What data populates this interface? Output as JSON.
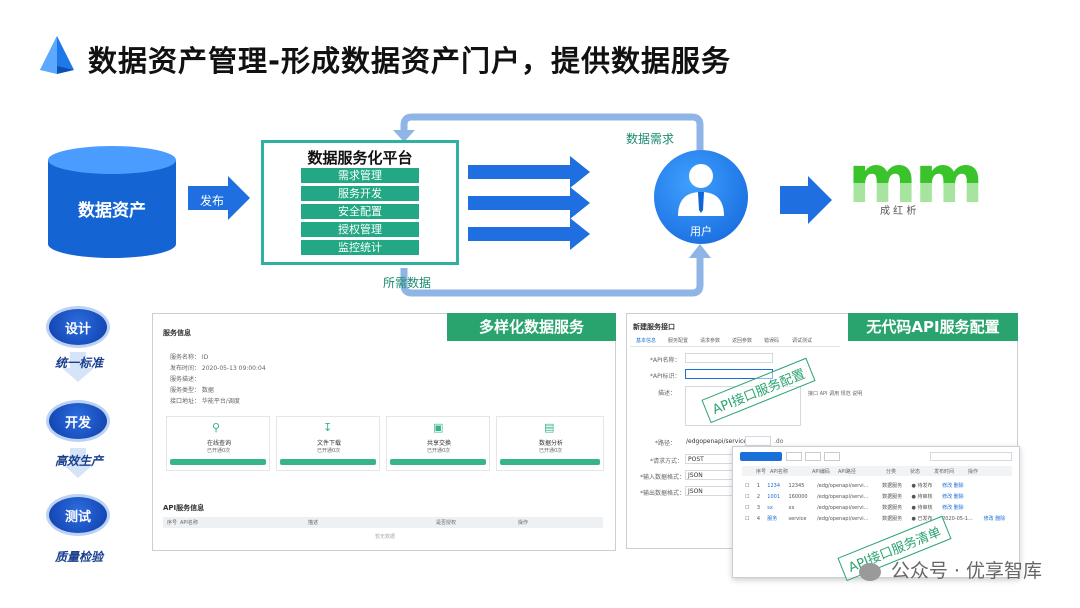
{
  "title": "数据资产管理-形成数据资产门户，提供数据服务",
  "flow": {
    "asset": "数据资产",
    "publish": "发布",
    "platform_title": "数据服务化平台",
    "platform_items": [
      "需求管理",
      "服务开发",
      "安全配置",
      "授权管理",
      "监控统计"
    ],
    "user": "用户",
    "demand": "数据需求",
    "needed_data": "所需数据",
    "mm_glyphs": "mm",
    "mm_caption": "成    红    析"
  },
  "lifecycle": [
    {
      "step": "设计",
      "caption": "统一标准"
    },
    {
      "step": "开发",
      "caption": "高效生产"
    },
    {
      "step": "测试",
      "caption": "质量检验"
    }
  ],
  "left_panel": {
    "tag": "多样化数据服务",
    "header": "服务信息",
    "info_lines": [
      "服务名称：  ID",
      "发布时间：  2020-05-13 09:00:04",
      "服务描述：",
      "服务类型：  数据",
      "接口地址：  华能平台/调度"
    ],
    "cards": [
      {
        "icon": "search-icon",
        "name": "在线查询",
        "sub": "已开通0次",
        "btn": "申请"
      },
      {
        "icon": "download-icon",
        "name": "文件下载",
        "sub": "已开通0次",
        "btn": "申请"
      },
      {
        "icon": "share-icon",
        "name": "共享交换",
        "sub": "已开通0次",
        "btn": "申请"
      },
      {
        "icon": "doc-icon",
        "name": "数据分析",
        "sub": "已开通0次",
        "btn": "申请"
      }
    ],
    "api_header": "API服务信息",
    "api_cols": [
      "序号",
      "API名称",
      "描述",
      "是否授权",
      "操作"
    ],
    "empty": "暂无数据"
  },
  "right_panel": {
    "tag": "无代码API服务配置",
    "header": "新建服务接口",
    "tabs": [
      "基本信息",
      "服务配置",
      "请求参数",
      "返回参数",
      "错误码",
      "调试测试"
    ],
    "labels": [
      "*API名称：",
      "*API标识：",
      "描述：",
      "*路径：",
      "*请求方式：",
      "*输入数据格式：",
      "*输出数据格式："
    ],
    "path_value": "/edgopenapi/service/",
    "path_suffix": ".do",
    "method": "POST",
    "json1": "JSON",
    "json2": "JSON",
    "note": "接口 API 调用 规范 说明",
    "watermark": "API接口服务配置",
    "list_watermark": "API接口服务清单",
    "list_cols": [
      "序号",
      "API名称",
      "API编码",
      "API路径",
      "分类",
      "状态",
      "发布时间",
      "操作"
    ],
    "list_rows": [
      [
        "1",
        "1234",
        "12345",
        "/edg/openapi/servi...",
        "数据服务",
        "● 待发布",
        "",
        "修改 删除"
      ],
      [
        "2",
        "1001",
        "160000",
        "/edg/openapi/servi...",
        "数据服务",
        "● 待审核",
        "",
        "修改 删除"
      ],
      [
        "3",
        "sx",
        "xx",
        "/edg/openapi/servi...",
        "数据服务",
        "● 待审核",
        "",
        "修改 删除"
      ],
      [
        "4",
        "服务",
        "service",
        "/edg/openapi/servi...",
        "数据服务",
        "● 已发布",
        "2020-05-1...",
        "修改 删除"
      ]
    ]
  },
  "footer": "公众号 · 优享智库",
  "colors": {
    "blue": "#1565d8",
    "green": "#2aa46f",
    "teal": "#2fb0a2"
  }
}
